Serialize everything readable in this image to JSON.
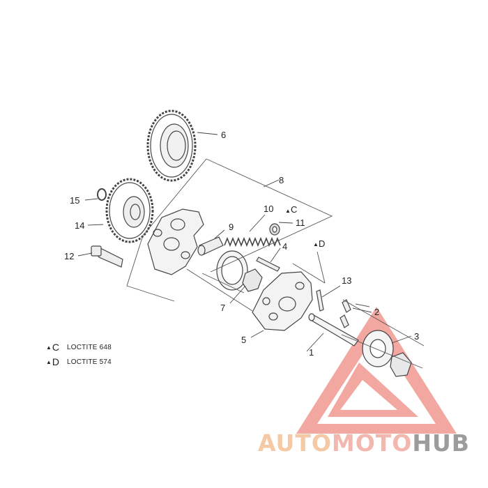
{
  "callouts": [
    "1",
    "2",
    "3",
    "4",
    "5",
    "6",
    "7",
    "8",
    "9",
    "10",
    "11",
    "12",
    "13",
    "14",
    "15"
  ],
  "markers": {
    "c": "C",
    "d": "D"
  },
  "legend": [
    {
      "letter": "C",
      "text": "LOCTITE 648"
    },
    {
      "letter": "D",
      "text": "LOCTITE 574"
    }
  ],
  "watermark": {
    "part1": "AUTO",
    "part2": "MOTO",
    "part3": "HUB"
  },
  "colors": {
    "line": "#444444",
    "watermark_red": "#e8746b",
    "watermark_orange": "#f4c9a3"
  }
}
